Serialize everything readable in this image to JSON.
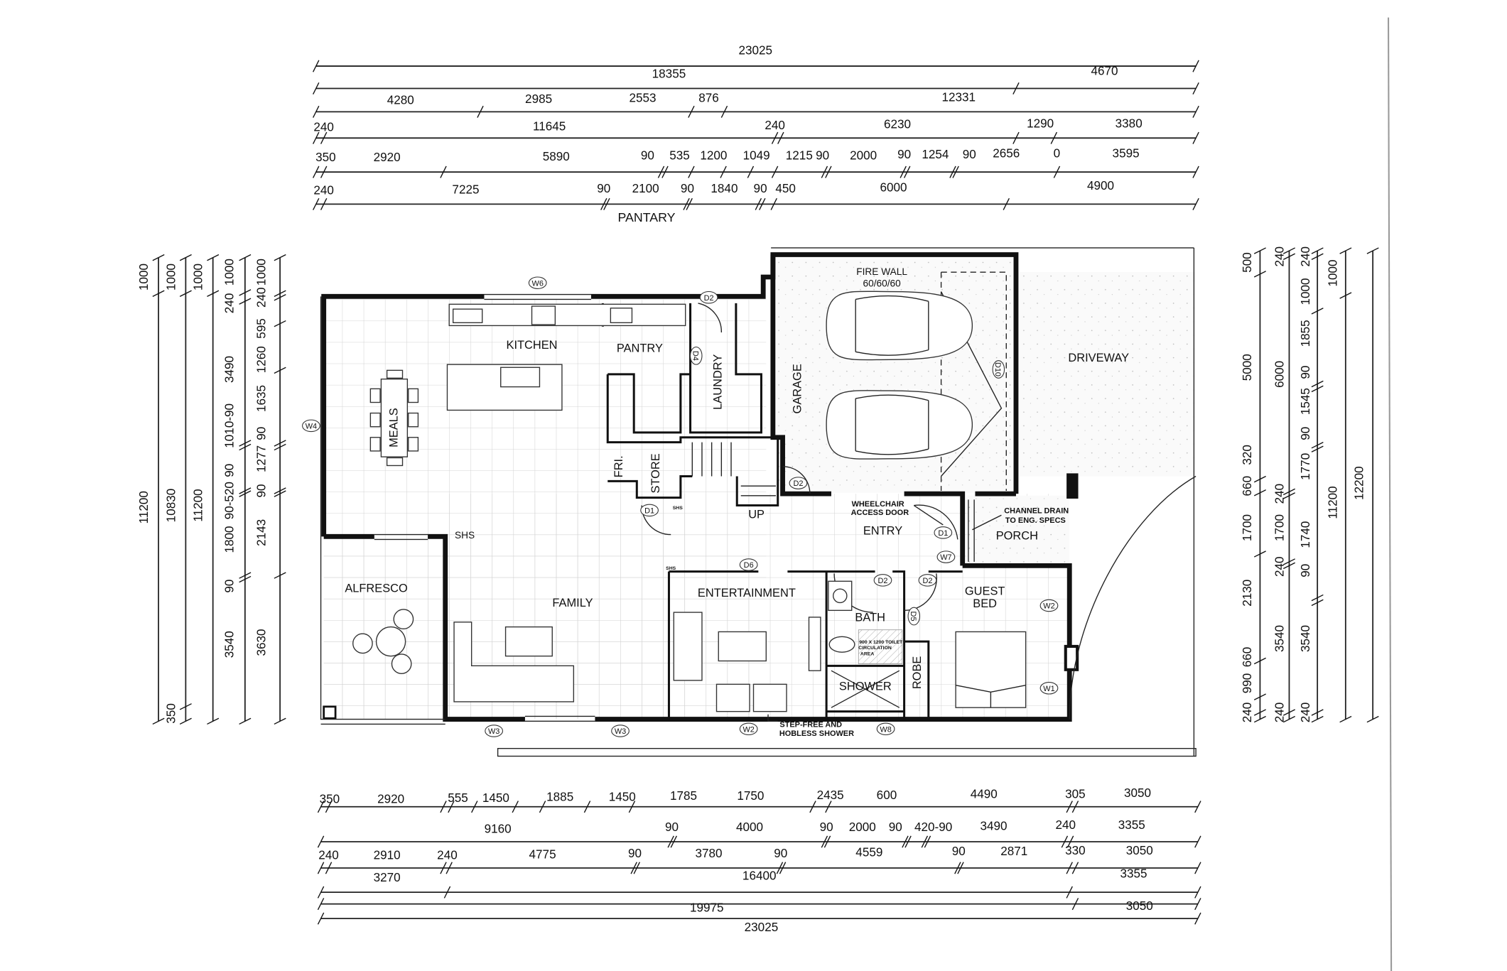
{
  "dimensions": {
    "top_rows": [
      [
        "23025"
      ],
      [
        "18355",
        "4670"
      ],
      [
        "4280",
        "2985",
        "2553",
        "876",
        "12331"
      ],
      [
        "240",
        "11645",
        "240",
        "6230",
        "1290",
        "3380"
      ],
      [
        "350",
        "2920",
        "5890",
        "90",
        "535",
        "1200",
        "1049",
        "1215",
        "90",
        "2000",
        "90",
        "1254",
        "90",
        "2656",
        "0",
        "3595"
      ],
      [
        "240",
        "7225",
        "90",
        "2100",
        "90",
        "1840",
        "90",
        "450",
        "6000",
        "4900"
      ]
    ],
    "top_note": "PANTARY",
    "bottom_rows": [
      [
        "350",
        "2920",
        "555",
        "1450",
        "1885",
        "1450",
        "1785",
        "1750",
        "2435",
        "600",
        "4490",
        "305",
        "3050"
      ],
      [
        "9160",
        "90",
        "4000",
        "90",
        "2000",
        "90",
        "420-90",
        "3490",
        "240",
        "3355"
      ],
      [
        "240",
        "2910",
        "240",
        "4775",
        "90",
        "3780",
        "90",
        "4559",
        "90",
        "2871",
        "330",
        "3050"
      ],
      [
        "3270",
        "16400",
        "3355"
      ],
      [
        "19975",
        "3050"
      ],
      [
        "23025"
      ]
    ],
    "left_cols": [
      [
        "1000",
        "11200"
      ],
      [
        "1000",
        "10830",
        "350"
      ],
      [
        "1000",
        "11200"
      ],
      [
        "1000",
        "240",
        "3490",
        "1010-90",
        "90",
        "90-520",
        "1800",
        "90",
        "3540"
      ],
      [
        "1000",
        "240",
        "595",
        "1260",
        "1635",
        "90",
        "1277",
        "90",
        "2143",
        "3630"
      ]
    ],
    "right_cols": [
      [
        "500",
        "5000",
        "320",
        "660",
        "1700",
        "2130",
        "660",
        "990",
        "240"
      ],
      [
        "240",
        "6000",
        "240",
        "1700",
        "240",
        "3540",
        "240"
      ],
      [
        "240",
        "1000",
        "1855",
        "90",
        "1545",
        "90",
        "1770",
        "1740",
        "90",
        "3540",
        "240"
      ],
      [
        "1000",
        "11200"
      ],
      [
        "12200"
      ]
    ]
  },
  "rooms": {
    "kitchen": "KITCHEN",
    "pantry": "PANTRY",
    "laundry": "LAUNDRY",
    "garage": "GARAGE",
    "driveway": "DRIVEWAY",
    "meals": "MEALS",
    "fridge": "FRI.",
    "store": "STORE",
    "up": "UP",
    "entry": "ENTRY",
    "porch": "PORCH",
    "alfresco": "ALFRESCO",
    "family": "FAMILY",
    "entertainment": "ENTERTAINMENT",
    "bath": "BATH",
    "robe": "ROBE",
    "shower": "SHOWER",
    "guest_bed_1": "GUEST",
    "guest_bed_2": "BED",
    "shs": "SHS"
  },
  "notes": {
    "fire_wall_1": "FIRE WALL",
    "fire_wall_2": "60/60/60",
    "wheelchair_1": "WHEELCHAIR",
    "wheelchair_2": "ACCESS DOOR",
    "drain_1": "CHANNEL DRAIN",
    "drain_2": "TO ENG. SPECS",
    "stepfree_1": "STEP-FREE AND",
    "stepfree_2": "HOBLESS SHOWER",
    "toilet_1": "900 X 1200 TOILET",
    "toilet_2": "CIRCULATION",
    "toilet_3": "AREA",
    "shs_small_1": "SHS",
    "shs_small_2": "SHS"
  },
  "tags": [
    "W6",
    "D2",
    "D4",
    "D10",
    "W4",
    "D2",
    "D1",
    "D6",
    "D2",
    "D2",
    "D5",
    "D1",
    "W7",
    "W2",
    "W1",
    "W3",
    "W3",
    "W2",
    "W8"
  ]
}
